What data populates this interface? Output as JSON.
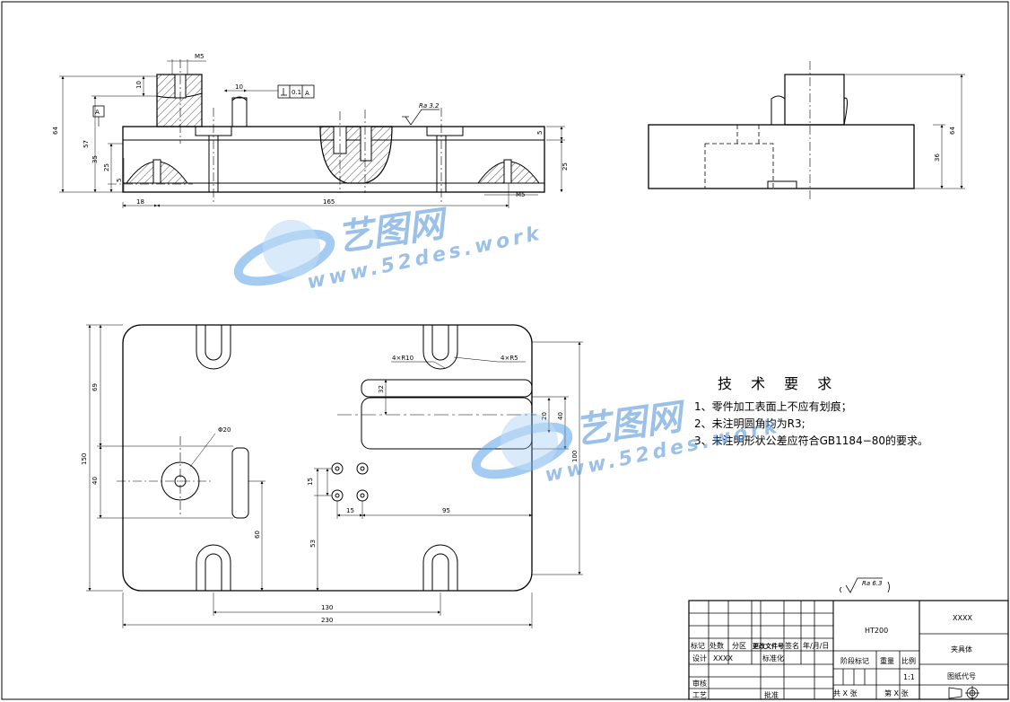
{
  "front_view": {
    "flatness_value": "0.1",
    "flatness_datum": "A",
    "datum_label": "A",
    "roughness_top": "Ra 3.2",
    "dims": {
      "total_height": "64",
      "height_57": "57",
      "height_35": "35",
      "height_25": "25",
      "height_5_left": "5",
      "height_10": "10",
      "offset_10": "10",
      "hole_m5_top": "M5",
      "dim_18": "18",
      "dim_165": "165",
      "hole_m5_right": "M5",
      "right_5": "5",
      "right_25": "25"
    }
  },
  "side_view": {
    "dims": {
      "total_height": "64",
      "height_36": "36"
    }
  },
  "top_view": {
    "dims": {
      "width_230": "230",
      "dim_130": "130",
      "height_150": "150",
      "height_69": "69",
      "height_40": "40",
      "height_60": "60",
      "height_53": "53",
      "hole_d20": "Φ20",
      "dim_15_v": "15",
      "dim_15_h": "15",
      "dim_95": "95",
      "height_100": "100",
      "slot_32": "32",
      "slot_20": "20",
      "slot_40": "40",
      "r10": "4×R10",
      "r5": "4×R5"
    }
  },
  "general_roughness": "Ra 6.3",
  "tech_requirements": {
    "title": "技 术 要 求",
    "items": [
      "1、零件加工表面上不应有划痕；",
      "2、未注明圆角均为R3;",
      "3、未注明形状公差应符合GB1184−80的要求。"
    ]
  },
  "title_block": {
    "material": "HT200",
    "company": "XXXX",
    "part_name": "夹具体",
    "stage_mark": "阶段标记",
    "weight": "重量",
    "scale_label": "比例",
    "scale_value": "1:1",
    "drawing_code": "图纸代号",
    "sheets_total": "共  X  张",
    "sheet_no": "第  X  张",
    "rev_mark": "标记",
    "count": "处数",
    "zone": "分区",
    "change_doc": "更改文件号",
    "signature": "签名",
    "date": "年/月/日",
    "design": "设计",
    "designer": "XXXX",
    "standard": "标准化",
    "review": "审核",
    "process": "工艺",
    "approve": "批准"
  },
  "watermark": {
    "brand": "艺图网",
    "url": "www.52des.work"
  }
}
